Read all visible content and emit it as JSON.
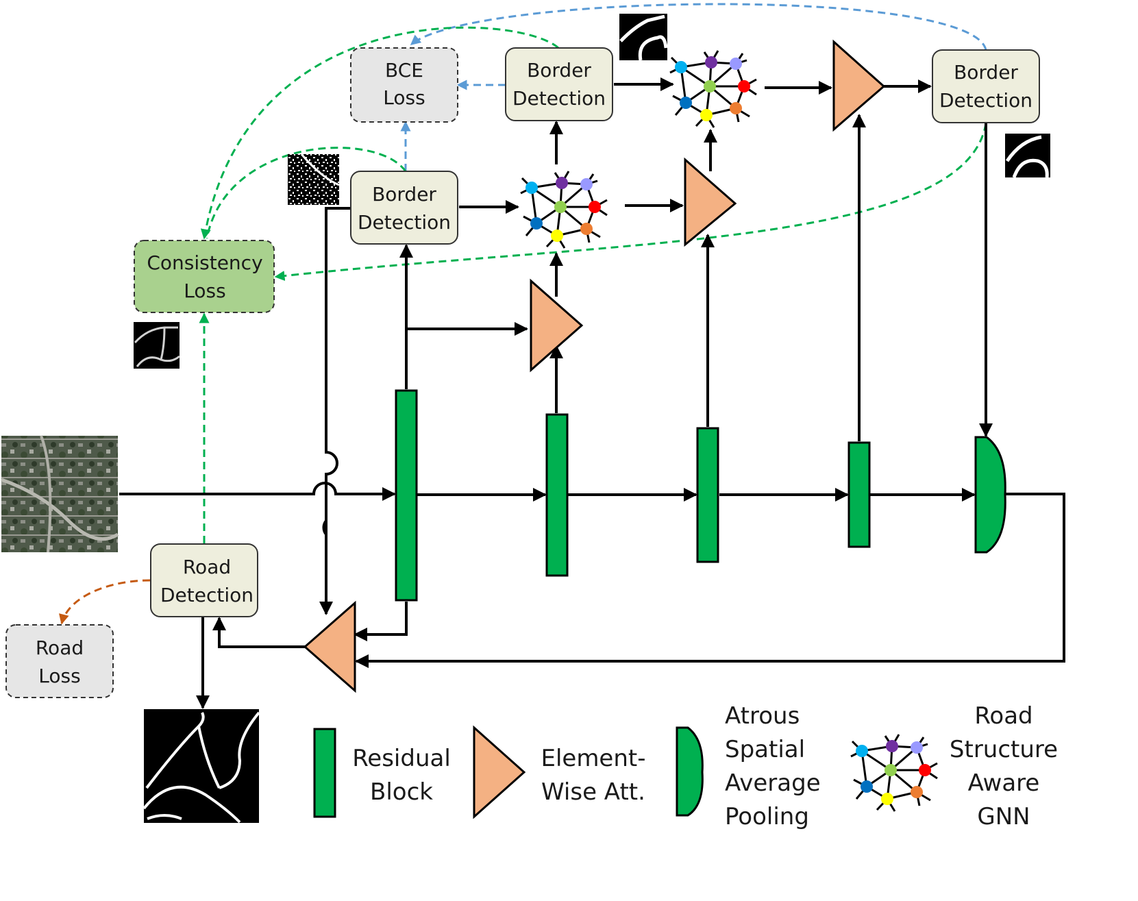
{
  "boxes": {
    "bce_loss": [
      "BCE",
      "Loss"
    ],
    "border_mid": [
      "Border",
      "Detection"
    ],
    "border_low": [
      "Border",
      "Detection"
    ],
    "border_right": [
      "Border",
      "Detection"
    ],
    "consistency_loss": [
      "Consistency",
      "Loss"
    ],
    "road_detection": [
      "Road",
      "Detection"
    ],
    "road_loss": [
      "Road",
      "Loss"
    ]
  },
  "legend": {
    "residual": [
      "Residual",
      "Block"
    ],
    "attention": [
      "Element-",
      "Wise Att."
    ],
    "aspp": [
      "Atrous",
      "Spatial",
      "Average",
      "Pooling"
    ],
    "gnn": [
      "Road",
      "Structure",
      "Aware",
      "GNN"
    ]
  },
  "colors": {
    "box_fill": "#eeeedd",
    "loss_fill": "#e6e6e6",
    "consistency_fill": "#a9d18e",
    "residual": "#00b050",
    "attention": "#f4b183",
    "blue_dash": "#5b9bd5",
    "green_dash": "#00b050",
    "orange_dash": "#c55a11",
    "gnn_nodes": [
      "#00b0f0",
      "#7030a0",
      "#9999ff",
      "#92d050",
      "#ff0000",
      "#0070c0",
      "#ed7d31",
      "#ffff00"
    ]
  },
  "icons": [
    "satellite-image",
    "road-mask-output",
    "border-map-thumbnail",
    "gnn-graph"
  ]
}
